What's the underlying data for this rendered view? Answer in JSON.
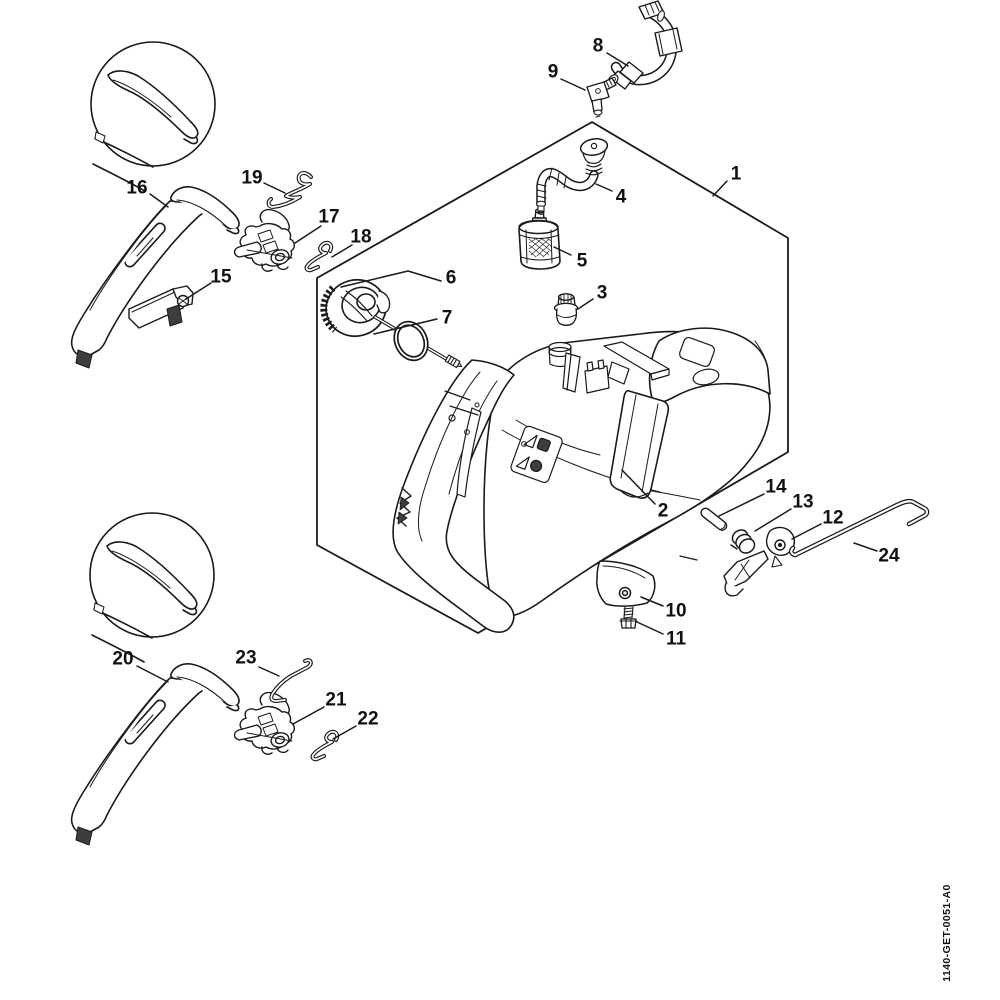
{
  "figure": {
    "doc_code": "1140-GET-0051-A0",
    "callouts": [
      {
        "number": "1"
      },
      {
        "number": "2"
      },
      {
        "number": "3"
      },
      {
        "number": "4"
      },
      {
        "number": "5"
      },
      {
        "number": "6"
      },
      {
        "number": "7"
      },
      {
        "number": "8"
      },
      {
        "number": "9"
      },
      {
        "number": "10"
      },
      {
        "number": "11"
      },
      {
        "number": "12"
      },
      {
        "number": "13"
      },
      {
        "number": "14"
      },
      {
        "number": "15"
      },
      {
        "number": "16"
      },
      {
        "number": "17"
      },
      {
        "number": "18"
      },
      {
        "number": "19"
      },
      {
        "number": "20"
      },
      {
        "number": "21"
      },
      {
        "number": "22"
      },
      {
        "number": "23"
      },
      {
        "number": "24"
      }
    ]
  },
  "colors": {
    "background": "#ffffff",
    "line": "#1a1a1a",
    "dark_fill": "#3d3d3d"
  }
}
